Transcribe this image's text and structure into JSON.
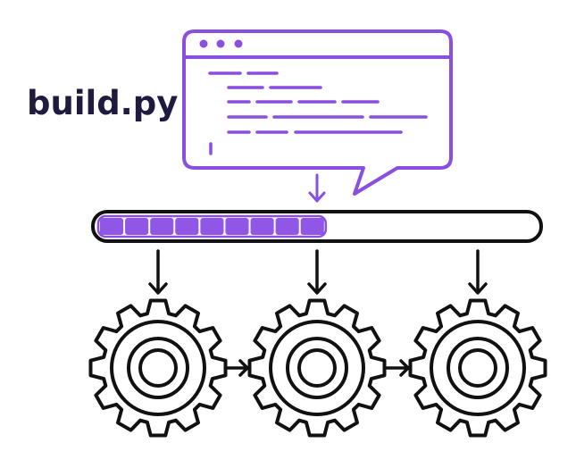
{
  "title": "build.py",
  "progress": {
    "fraction": 0.52,
    "filled_segments": 9
  },
  "gears": {
    "count": 3
  },
  "colors": {
    "accent": "#8a4fe0",
    "fill": "#9056e6",
    "ink": "#111111",
    "title": "#1e1b3f"
  },
  "icons": [
    "code-window-icon",
    "arrow-down-icon",
    "gear-icon",
    "arrow-right-icon"
  ]
}
